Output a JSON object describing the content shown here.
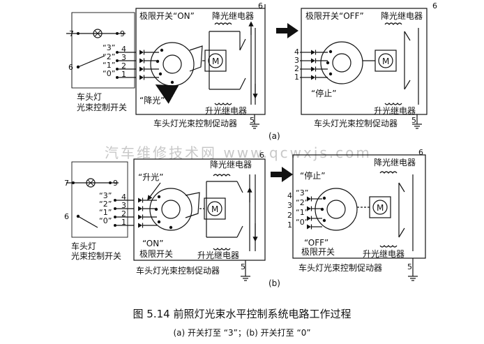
{
  "labels": {
    "limit_on": "极限开关“ON”",
    "limit_off": "极限开关“OFF”",
    "dim_relay": "降光继电器",
    "raise_relay": "升光继电器",
    "headlamp_switch_l1": "车头灯",
    "headlamp_switch_l2": "光束控制开关",
    "actuator": "车头灯光束控制促动器",
    "lower": "“降光”",
    "raise": "“升光”",
    "stop": "“停止”",
    "on_q": "“ON”",
    "off_q": "“OFF”",
    "limit_switch": "极限开关",
    "motor": "M",
    "sub_a": "(a)",
    "sub_b": "(b)"
  },
  "terminals": {
    "t7": "7",
    "t9": "9",
    "t6": "6",
    "t5": "5",
    "t4": "4",
    "t3": "3",
    "t2": "2",
    "t1": "1"
  },
  "switch_positions": {
    "p3": "“3”",
    "p2": "“2”",
    "p1": "“1”",
    "p0": "“0”"
  },
  "watermark": "汽车维修技术网 www.qcwxjs.com",
  "caption": {
    "title": "图 5.14  前照灯光束水平控制系统电路工作过程",
    "subtitle": "(a) 开关打至 “3”；(b) 开关打至 “0”"
  },
  "colors": {
    "line": "#111111",
    "watermark": "#c8c8c8",
    "background": "#ffffff"
  }
}
